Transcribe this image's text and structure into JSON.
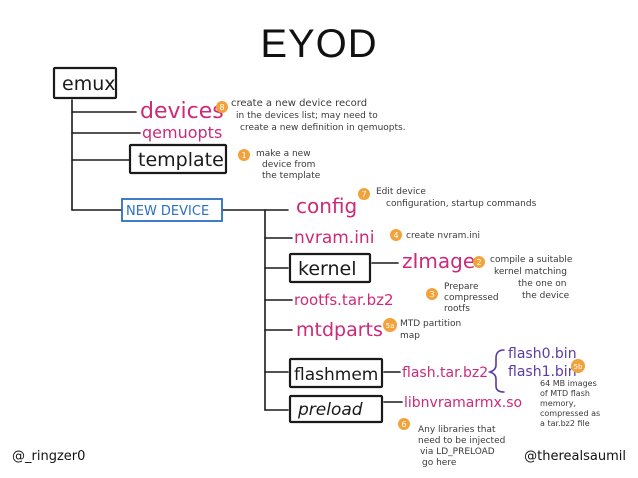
{
  "title": "EYOD",
  "root": "emux",
  "nodes": {
    "devices": "devices",
    "qemuopts": "qemuopts",
    "template": "template",
    "new_device": "NEW DEVICE",
    "config": "config",
    "nvram_ini": "nvram.ini",
    "kernel": "kernel",
    "rootfs": "rootfs.tar.bz2",
    "mtdparts": "mtdparts",
    "flashmem": "flashmem",
    "preload": "preload",
    "zimage": "zImage",
    "flash_tar": "flash.tar.bz2",
    "libnvram": "libnvramarmx.so",
    "flash0": "flash0.bin",
    "flash1": "flash1.bin"
  },
  "notes": {
    "n8": {
      "badge": "8",
      "lines": [
        "create a new device record",
        "in the devices list; may need to",
        "create a new definition in qemuopts."
      ]
    },
    "n1": {
      "badge": "1",
      "lines": [
        "make a new",
        "device from",
        "the template"
      ]
    },
    "n7": {
      "badge": "7",
      "lines": [
        "Edit device",
        "configuration, startup commands"
      ]
    },
    "n4": {
      "badge": "4",
      "lines": [
        "create nvram.ini"
      ]
    },
    "n2": {
      "badge": "2",
      "lines": [
        "compile a suitable",
        "kernel matching",
        "the one on",
        "the device"
      ]
    },
    "n3": {
      "badge": "3",
      "lines": [
        "Prepare",
        "compressed",
        "rootfs"
      ]
    },
    "n5a": {
      "badge": "5a",
      "lines": [
        "MTD partition",
        "map"
      ]
    },
    "n5b": {
      "badge": "5b",
      "lines": [
        "64 MB images",
        "of MTD flash",
        "memory,",
        "compressed as",
        "a tar.bz2 file"
      ]
    },
    "n6": {
      "badge": "6",
      "lines": [
        "Any libraries that",
        "need to be injected",
        "via LD_PRELOAD",
        "go here"
      ]
    }
  },
  "footer": {
    "left": "@_ringzer0",
    "right": "@therealsaumil"
  },
  "colors": {
    "ink": "#1a1a1a",
    "magenta": "#cc2a7a",
    "blue": "#2b6fc2",
    "purple": "#5a3ca0",
    "orange": "#f2a23a"
  }
}
